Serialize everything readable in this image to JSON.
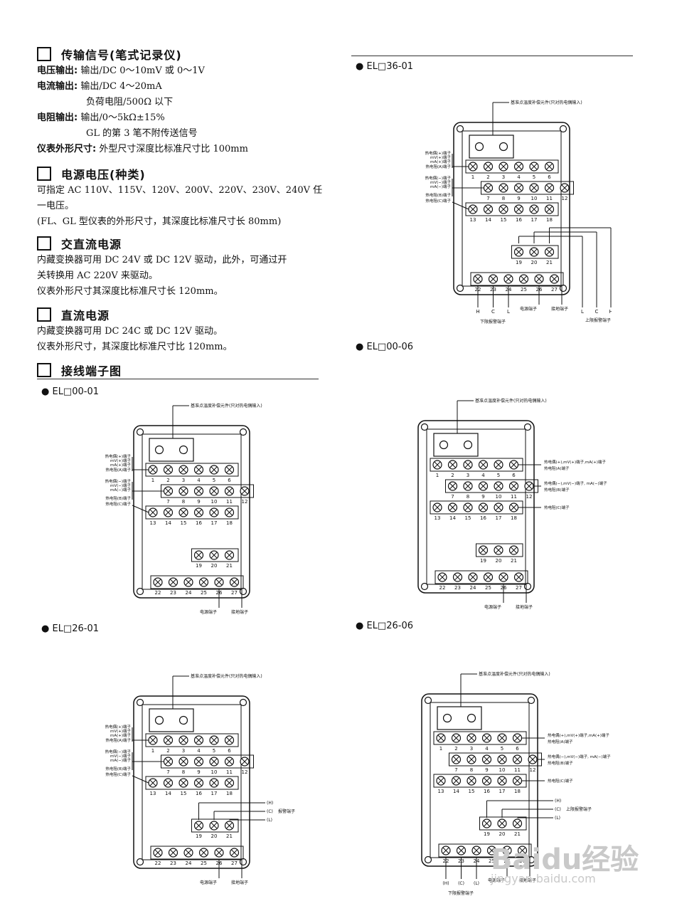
{
  "sections": {
    "signal": {
      "title": "传输信号(笔式记录仪)"
    },
    "power": {
      "title": "电源电压(种类)"
    },
    "acdc": {
      "title": "交直流电源"
    },
    "dc": {
      "title": "直流电源"
    },
    "wiring": {
      "title": "接线端子图"
    }
  },
  "signal_lines": {
    "voltage_label": "电压输出:",
    "voltage_text": "输出/DC 0～10mV 或 0～1V",
    "current_label": "电流输出:",
    "current_text": "输出/DC 4～20mA",
    "current_load": "负荷电阻/500Ω 以下",
    "resistance_label": "电阻输出:",
    "resistance_text": "输出/0～5kΩ±15%",
    "gl_note": "GL 的第 3 笔不附传送信号",
    "size_label": "仪表外形尺寸:",
    "size_text": "外型尺寸深度比标准尺寸比 100mm"
  },
  "power_lines": {
    "line1": "可指定 AC 110V、115V、120V、200V、220V、230V、240V 任",
    "line2": "一电压。",
    "line3": "(FL、GL 型仪表的外形尺寸，其深度比标准尺寸长 80mm)"
  },
  "acdc_lines": {
    "line1": "内藏变换器可用 DC 24V 或 DC 12V 驱动，此外，可通过开",
    "line2": "关转换用 AC 220V 来驱动。",
    "line3": "仪表外形尺寸其深度比标准尺寸长 120mm。"
  },
  "dc_lines": {
    "line1": "内藏变换器可用 DC 24C 或 DC 12V 驱动。",
    "line2": "仪表外形尺寸，其深度比标准尺寸比 120mm。"
  },
  "diagrams": {
    "d1": {
      "label": "● EL□00-01"
    },
    "d2": {
      "label": "● EL□36-01"
    },
    "d3": {
      "label": "● EL□00-06"
    },
    "d4": {
      "label": "● EL□26-01"
    },
    "d5": {
      "label": "● EL□26-06"
    }
  },
  "terms": {
    "cjc": "基准点温度补偿元件(只对热电偶输入)",
    "tc_pos": "热电偶(+)端子",
    "mv_pos": "mV(+)端子",
    "ma_pos": "mA(+)端子",
    "rtd_a": "热电阻(A)端子",
    "tc_neg": "热电偶(−)端子",
    "mv_neg": "mV(−)端子",
    "ma_neg": "mA(−)端子",
    "rtd_b": "热电阻(B)端子",
    "rtd_c": "热电阻(C)端子",
    "power_ground": "电源端子  接地端子",
    "power_term": "电源端子",
    "ground_term": "接地端子",
    "combined_pos": "热电偶(+),mV(+)端子,mA(+)端子",
    "combined_a": "热电阻(A)端子",
    "combined_neg": "热电偶(−),mV(−)端子, mA(−)端子",
    "combined_b": "热电阻(B)端子",
    "combined_c": "热电阻(C)端子",
    "upper_alarm": "上限报警端子",
    "lower_alarm": "下限报警端子",
    "alarm": "报警端子",
    "h": "H",
    "c": "C",
    "l": "L",
    "hp": "(H)",
    "cp": "(C)",
    "lp": "(L)"
  },
  "terminals": {
    "row1": [
      "1",
      "2",
      "3",
      "4",
      "5",
      "6"
    ],
    "row2": [
      "7",
      "8",
      "9",
      "10",
      "11",
      "12"
    ],
    "row3": [
      "13",
      "14",
      "15",
      "16",
      "17",
      "18"
    ],
    "row4": [
      "19",
      "20",
      "21"
    ],
    "row5": [
      "22",
      "23",
      "24",
      "25",
      "26",
      "27"
    ]
  },
  "watermark": {
    "brand": "Baidu经验",
    "url": "jingyan.baidu.com"
  }
}
